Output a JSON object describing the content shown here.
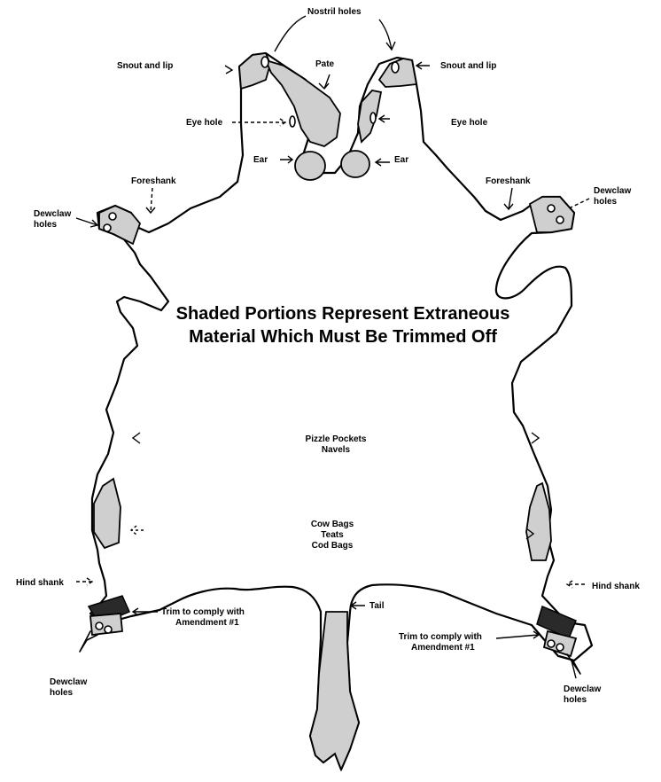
{
  "labels": {
    "nostril_holes": "Nostril holes",
    "snout_lip_left": "Snout and lip",
    "snout_lip_right": "Snout and lip",
    "pate": "Pate",
    "eye_hole_left": "Eye hole",
    "eye_hole_right": "Eye hole",
    "ear_left": "Ear",
    "ear_right": "Ear",
    "foreshank_left": "Foreshank",
    "foreshank_right": "Foreshank",
    "dewclaw_holes_fl_1": "Dewclaw",
    "dewclaw_holes_fl_2": "holes",
    "dewclaw_holes_fr_1": "Dewclaw",
    "dewclaw_holes_fr_2": "holes",
    "title_line1": "Shaded Portions Represent Extraneous",
    "title_line2": "Material Which Must Be Trimmed Off",
    "pizzle_1": "Pizzle Pockets",
    "pizzle_2": "Navels",
    "cow_bags_1": "Cow Bags",
    "cow_bags_2": "Teats",
    "cow_bags_3": "Cod Bags",
    "hind_shank_left": "Hind shank",
    "hind_shank_right": "Hind shank",
    "tail": "Tail",
    "trim_left_1": "Trim to comply with",
    "trim_left_2": "Amendment #1",
    "trim_right_1": "Trim to comply with",
    "trim_right_2": "Amendment #1",
    "dewclaw_holes_hl_1": "Dewclaw",
    "dewclaw_holes_hl_2": "holes",
    "dewclaw_holes_hr_1": "Dewclaw",
    "dewclaw_holes_hr_2": "holes"
  }
}
